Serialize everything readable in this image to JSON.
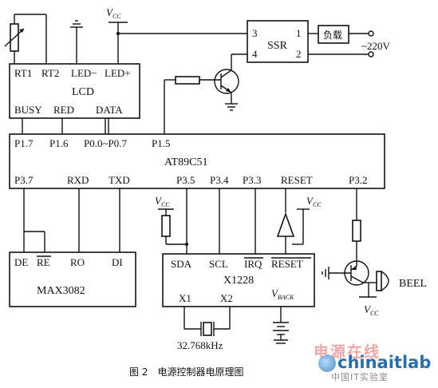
{
  "diagram": {
    "lcd": {
      "name": "LCD",
      "pins_top": [
        "RT1",
        "RT2",
        "LED−",
        "LED+"
      ],
      "pins_bottom": [
        "BUSY",
        "RED",
        "DATA"
      ]
    },
    "mcu": {
      "name": "AT89C51",
      "pins_top": [
        "P1.7",
        "P1.6",
        "P0.0~P0.7",
        "P1.5"
      ],
      "pins_bottom": [
        "P3.7",
        "RXD",
        "TXD",
        "P3.5",
        "P3.4",
        "P3.3",
        "RESET",
        "P3.2"
      ]
    },
    "ssr": {
      "name": "SSR",
      "pins": [
        "3",
        "4",
        "1",
        "2"
      ]
    },
    "load": {
      "name": "负载"
    },
    "mains": {
      "label": "~220V"
    },
    "max3082": {
      "name": "MAX3082",
      "pins": [
        "DE",
        "RE",
        "RO",
        "DI"
      ]
    },
    "x1228": {
      "name": "X1228",
      "pins": [
        "SDA",
        "SCL",
        "IRQ",
        "RESET",
        "X1",
        "X2"
      ],
      "vback": "V",
      "vback_sub": "BACK"
    },
    "crystal": {
      "freq": "32.768kHz"
    },
    "buzzer": {
      "name": "BEEL"
    },
    "vcc": {
      "v": "V",
      "sub": "CC"
    },
    "caption": "图 2　电源控制器电原理图"
  },
  "watermark": {
    "top": "电源在线",
    "mid": "chinaitlab",
    "bot": "中国IT实验室"
  }
}
